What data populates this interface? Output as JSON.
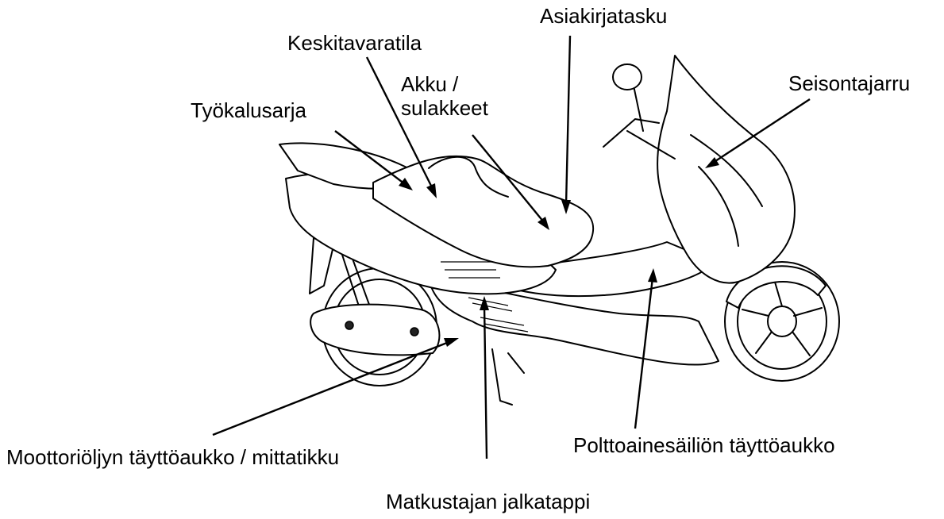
{
  "labels": {
    "asiakirjatasku": "Asiakirjatasku",
    "keskitavaratila": "Keskitavaratila",
    "akku_line1": "Akku /",
    "akku_line2": "sulakkeet",
    "tyokalusarja": "Työkalusarja",
    "seisontajarru": "Seisontajarru",
    "moottorioljy": "Moottoriöljyn täyttöaukko / mittatikku",
    "polttoaine": "Polttoainesäiliön täyttöaukko",
    "matkustajan": "Matkustajan jalkatappi"
  }
}
